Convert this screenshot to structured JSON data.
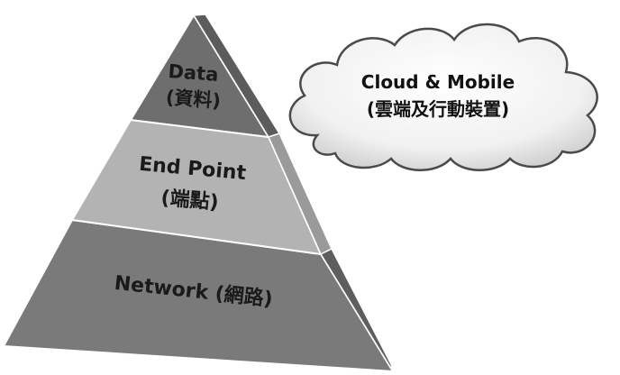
{
  "pyramid": {
    "top": {
      "label": "Data",
      "sublabel": "(資料)"
    },
    "middle": {
      "label": "End Point",
      "sublabel": "(端點)"
    },
    "bottom": {
      "label": "Network (網路)"
    }
  },
  "cloud": {
    "label": "Cloud & Mobile",
    "sublabel": "(雲端及行動裝置)"
  },
  "colors": {
    "top_face": "#6e6e6e",
    "middle_face": "#b3b3b3",
    "bottom_face": "#7a7a7a",
    "side_dark": "#555555",
    "side_mid": "#9a9a9a",
    "side_low": "#6a6a6a",
    "cloud_fill": "#efefef",
    "cloud_stroke": "#4a4a4a"
  }
}
